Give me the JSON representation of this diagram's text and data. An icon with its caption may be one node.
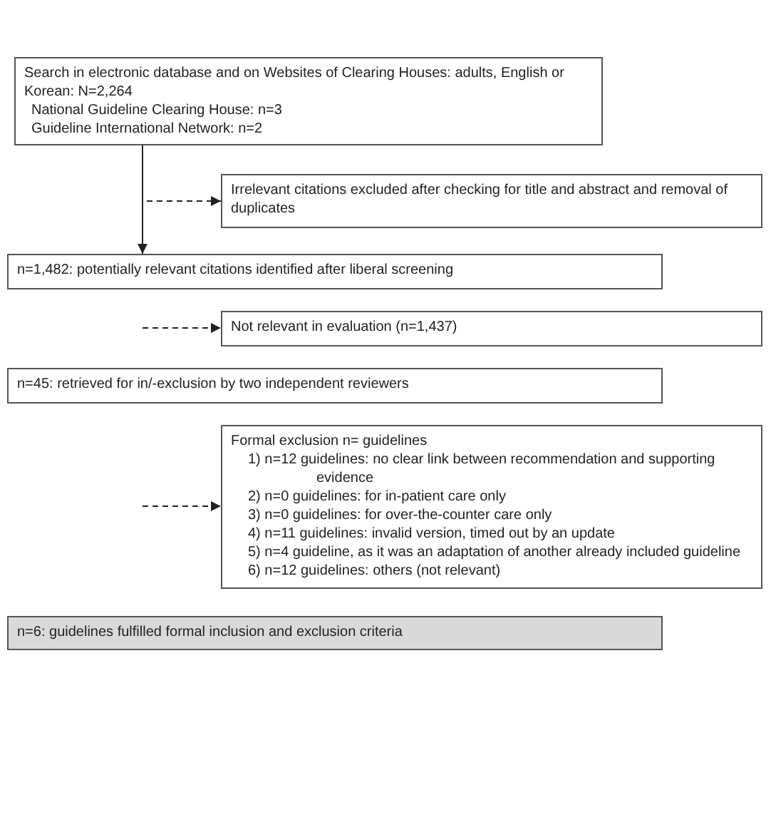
{
  "diagram": {
    "nodes": [
      {
        "text": [
          "Search in electronic database and on Websites of Clearing Houses: adults, English or Korean: N=2,264",
          "National Guideline Clearing House: n=3",
          "Guideline International Network: n=2"
        ]
      },
      {
        "text": [
          "Irrelevant citations excluded after checking for title and abstract and removal of duplicates"
        ]
      },
      {
        "text": [
          "n=1,482: potentially relevant citations identified after liberal screening"
        ]
      },
      {
        "text": [
          "Not relevant in evaluation (n=1,437)"
        ]
      },
      {
        "text": [
          "n=45: retrieved for in/-exclusion by two independent reviewers"
        ]
      },
      {
        "text": [
          "Formal exclusion n= guidelines",
          "1) n=12 guidelines: no clear link between recommendation and supporting evidence",
          "2) n=0 guidelines: for in-patient care only",
          "3) n=0 guidelines: for over-the-counter care only",
          "4) n=11 guidelines: invalid version, timed out by an update",
          "5) n=4 guideline, as it was an adaptation of another already included guideline",
          "6) n=12 guidelines: others (not relevant)"
        ]
      },
      {
        "text": [
          "n=6: guidelines fulfilled formal inclusion and exclusion criteria"
        ]
      }
    ],
    "edges": [
      {
        "from": 0,
        "to": 2,
        "arrow": "to"
      },
      {
        "from": 0,
        "to": 1,
        "arrow": "to",
        "style": "dashed"
      },
      {
        "from": null,
        "to": 3,
        "arrow": "to",
        "style": "dashed"
      },
      {
        "from": null,
        "to": 5,
        "arrow": "to",
        "style": "dashed"
      }
    ]
  }
}
